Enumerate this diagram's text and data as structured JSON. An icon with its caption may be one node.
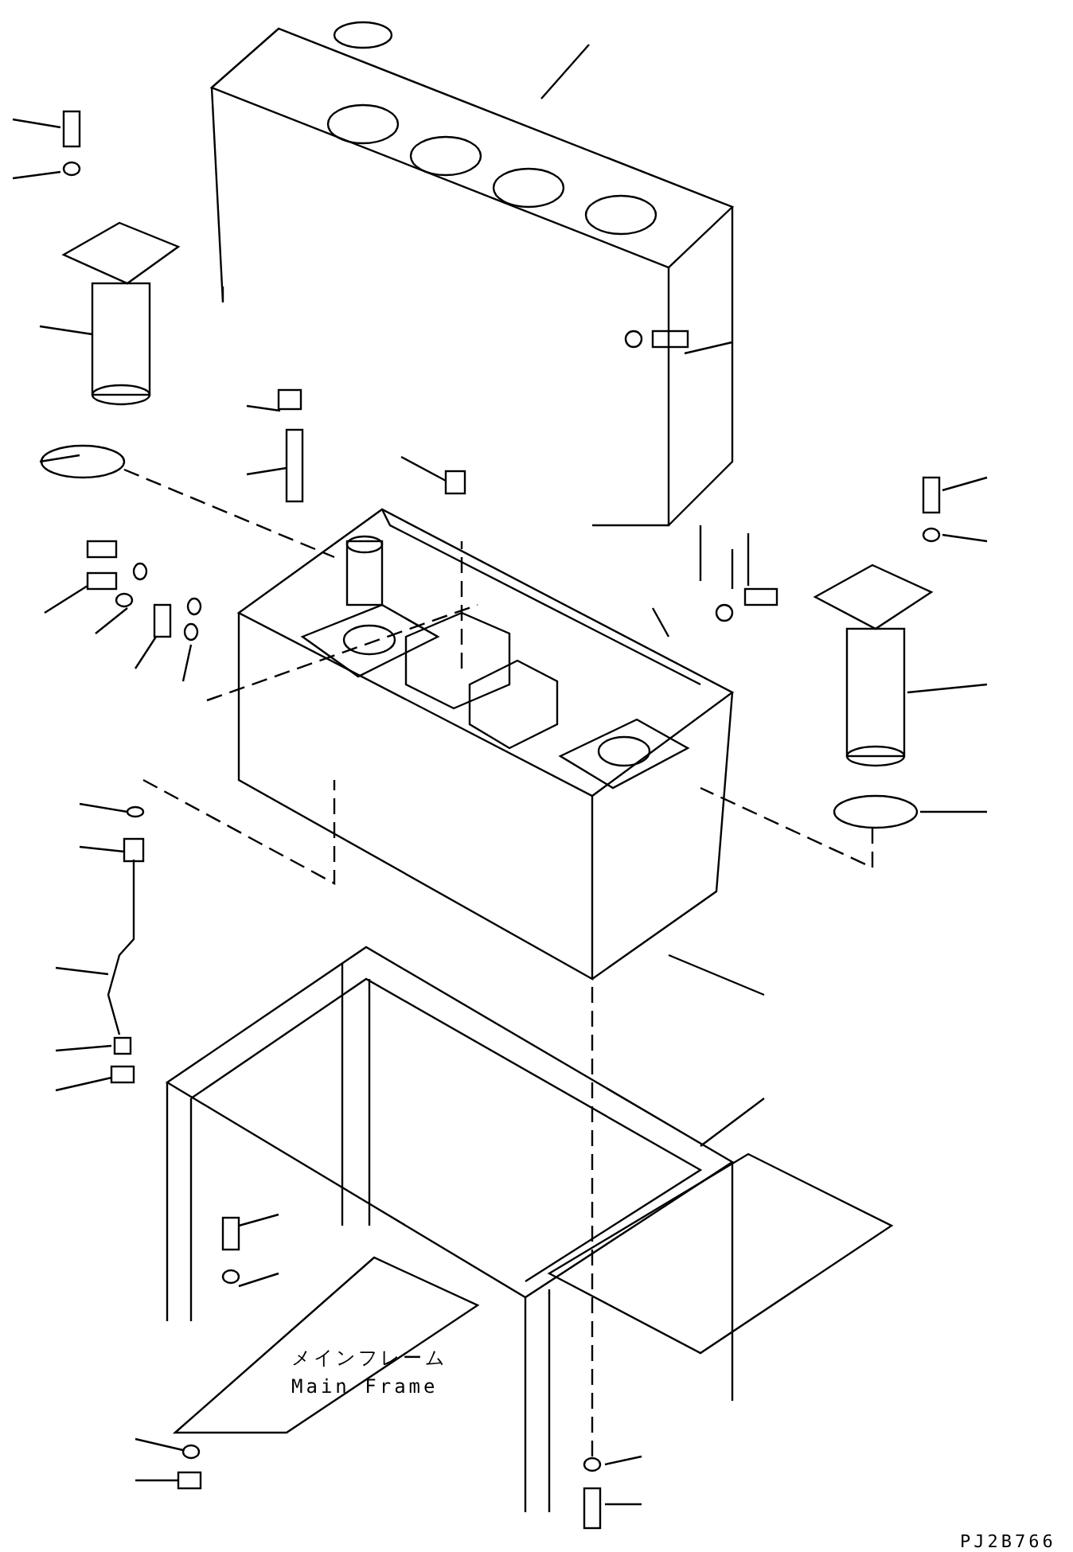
{
  "diagram": {
    "labels": [
      "メインフレーム",
      "Main Frame",
      "PJ2B766"
    ]
  }
}
